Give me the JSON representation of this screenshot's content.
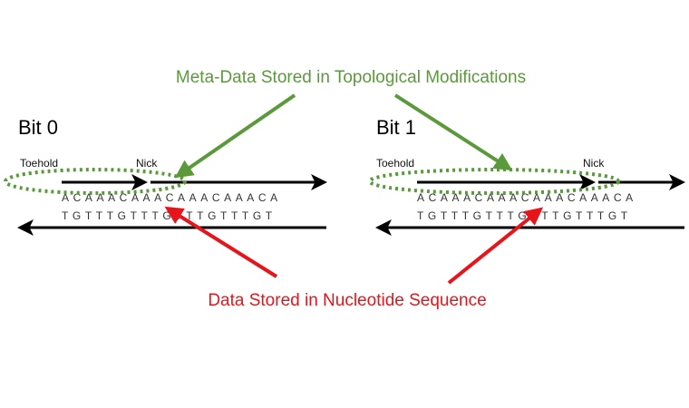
{
  "meta_label": "Meta-Data Stored in Topological Modifications",
  "data_label": "Data Stored in Nucleotide Sequence",
  "colors": {
    "meta": "#5a9a3a",
    "data": "#e8141b",
    "strand": "#000000"
  },
  "panels": [
    {
      "title": "Bit 0",
      "toehold": "Toehold",
      "nick": "Nick",
      "top_seq": "ACAAACAAACAAACAAACA",
      "bottom_seq": "TGTTTGTTTGTTTGTTTGT"
    },
    {
      "title": "Bit 1",
      "toehold": "Toehold",
      "nick": "Nick",
      "top_seq": "ACAAACAAACAAACAAACA",
      "bottom_seq": "TGTTTGTTTGTTTGTTTGT"
    }
  ]
}
